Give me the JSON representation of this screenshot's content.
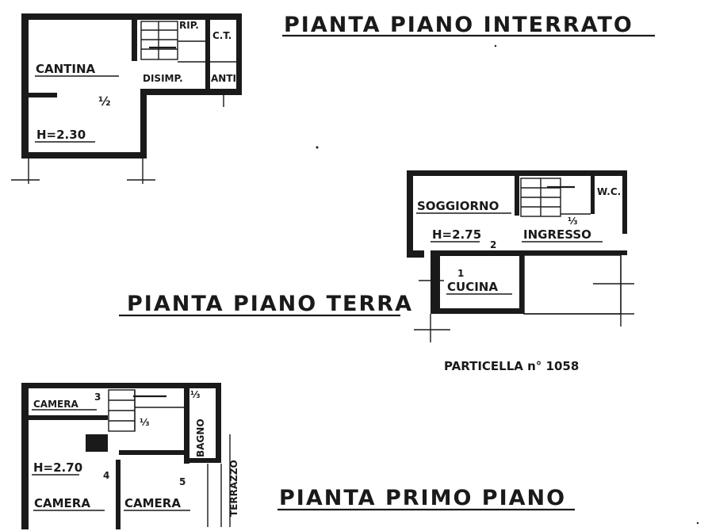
{
  "titles": {
    "interrato": "PIANTA PIANO INTERRATO",
    "terra": "PIANTA PIANO TERRA",
    "primo": "PIANTA PRIMO PIANO",
    "particella": "PARTICELLA n° 1058"
  },
  "interrato": {
    "cantina": "CANTINA",
    "cantina_mark": "½",
    "height": "H=2.30",
    "rip": "RIP.",
    "ct": "C.T.",
    "disimp": "DISIMP.",
    "anti": "ANTI"
  },
  "terra": {
    "soggiorno": "SOGGIORNO",
    "wc": "W.C.",
    "height": "H=2.75",
    "ingresso": "INGRESSO",
    "ingresso_mark": "⅓",
    "cucina": "CUCINA",
    "cucina_num": "1",
    "num_2": "2"
  },
  "primo": {
    "camera_1": "CAMERA",
    "camera_1_num": "3",
    "bagno": "BAGNO",
    "bagno_mark": "⅓",
    "landing_mark": "⅓",
    "height": "H=2.70",
    "num_4": "4",
    "num_5": "5",
    "camera_2": "CAMERA",
    "camera_3": "CAMERA",
    "terrazzo": "TERRAZZO"
  }
}
